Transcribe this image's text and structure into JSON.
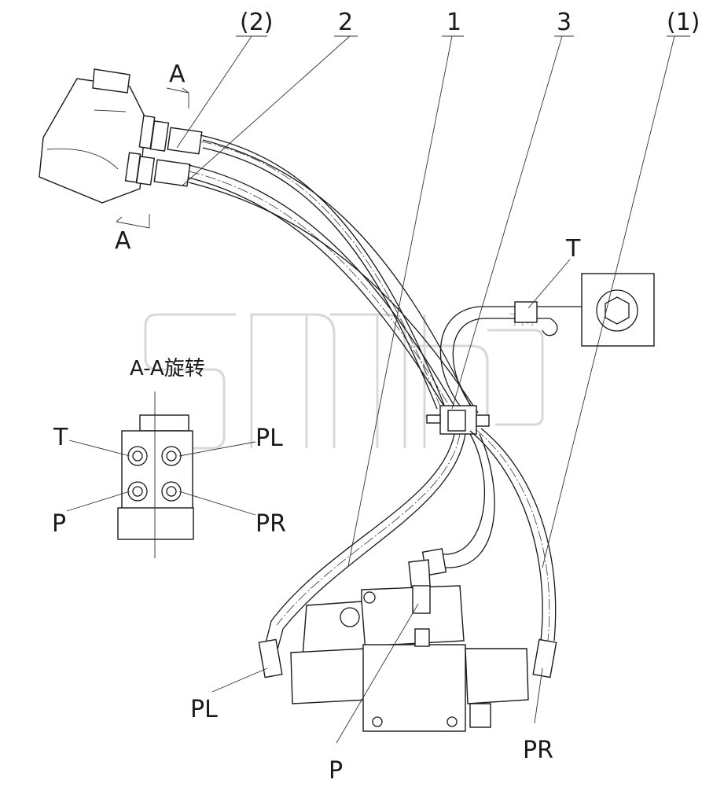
{
  "callouts": {
    "c2p": "(2)",
    "c2": "2",
    "c1": "1",
    "c3": "3",
    "c1p": "(1)",
    "t_top": "T"
  },
  "section": {
    "mark_top": "A",
    "mark_bottom": "A",
    "title": "A-A旋转",
    "port_t": "T",
    "port_pl": "PL",
    "port_p": "P",
    "port_pr": "PR"
  },
  "bottom_labels": {
    "pl": "PL",
    "p": "P",
    "pr": "PR"
  },
  "watermark": {
    "text": "sms",
    "tm": "TM"
  }
}
